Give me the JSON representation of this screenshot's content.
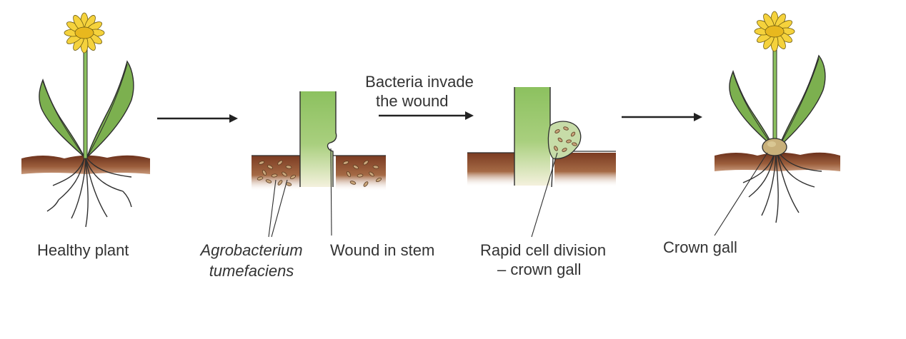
{
  "labels": {
    "healthy_plant": "Healthy plant",
    "agrobacterium_line1": "Agrobacterium",
    "agrobacterium_line2": "tumefaciens",
    "wound_in_stem": "Wound in stem",
    "bacteria_invade_line1": "Bacteria invade",
    "bacteria_invade_line2": "the wound",
    "rapid_division_line1": "Rapid cell division",
    "rapid_division_line2": "– crown gall",
    "crown_gall": "Crown gall"
  },
  "colors": {
    "stem_green": "#8cc15f",
    "leaf_green": "#7cb04f",
    "soil_brown": "#8b4a2c",
    "petal_yellow": "#f5d23c",
    "bacteria": "#c9a57a",
    "arrow": "#222222"
  },
  "icons": [
    "sunflower-icon",
    "arrow-icon"
  ]
}
